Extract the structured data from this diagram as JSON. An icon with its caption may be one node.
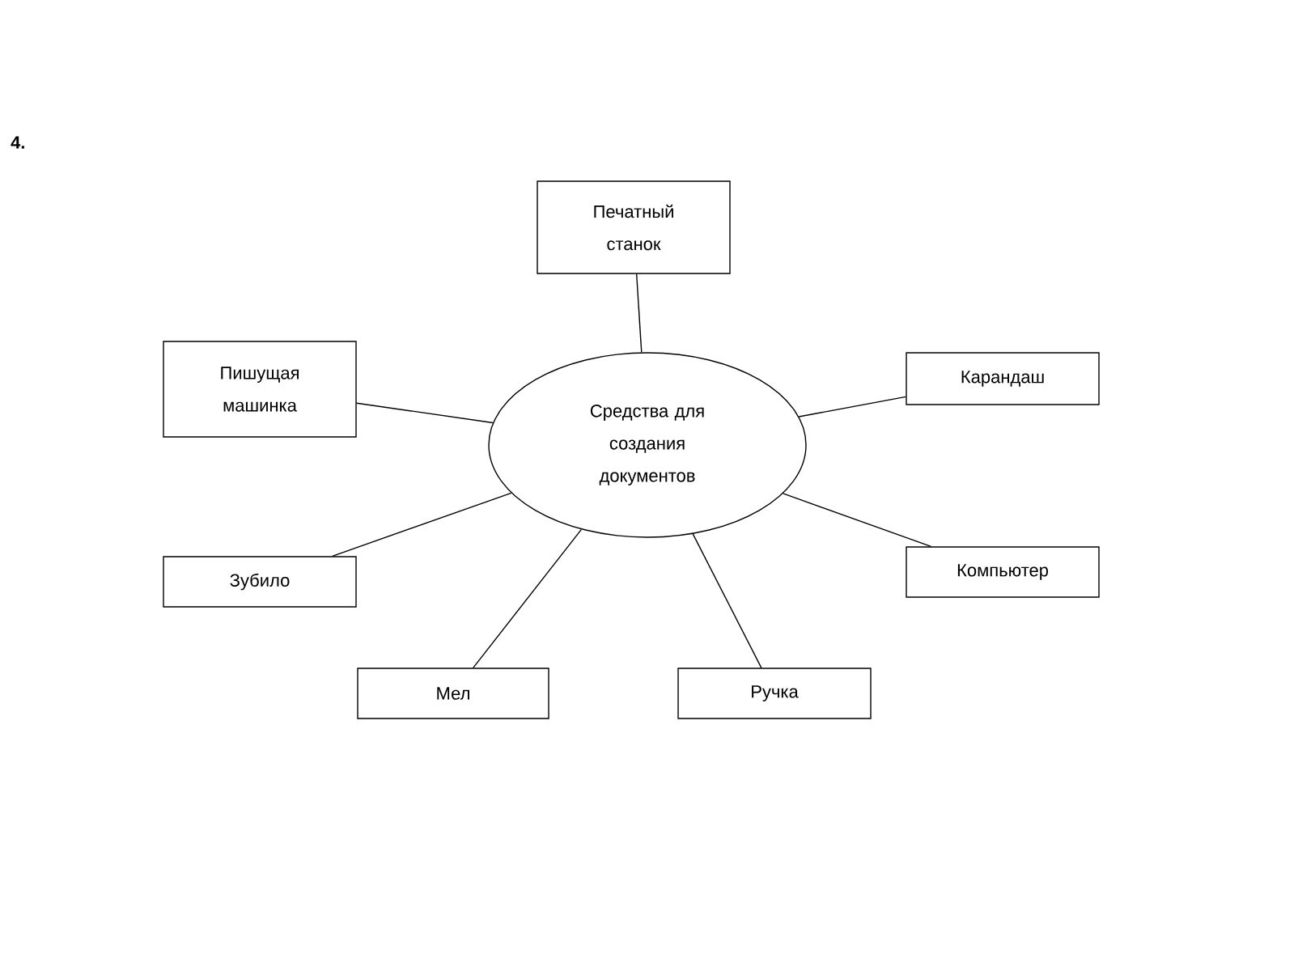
{
  "diagram": {
    "nodes": [
      {
        "text": [
          "Средства для создания документов"
        ]
      },
      {
        "text": [
          "Печатный станок"
        ]
      },
      {
        "text": [
          "Пишущая машинка"
        ]
      },
      {
        "text": [
          "Карандаш"
        ]
      },
      {
        "text": [
          "Зубило"
        ]
      },
      {
        "text": [
          "Компьютер"
        ]
      },
      {
        "text": [
          "Мел"
        ]
      },
      {
        "text": [
          "Ручка"
        ]
      }
    ],
    "edges": [
      {
        "from": 0,
        "to": 1,
        "arrow": "none"
      },
      {
        "from": 0,
        "to": 2,
        "arrow": "none"
      },
      {
        "from": 0,
        "to": 3,
        "arrow": "none"
      },
      {
        "from": 0,
        "to": 4,
        "arrow": "none"
      },
      {
        "from": 0,
        "to": 5,
        "arrow": "none"
      },
      {
        "from": 0,
        "to": 6,
        "arrow": "none"
      },
      {
        "from": 0,
        "to": 7,
        "arrow": "none"
      }
    ],
    "labels": [
      "**4.**"
    ]
  }
}
